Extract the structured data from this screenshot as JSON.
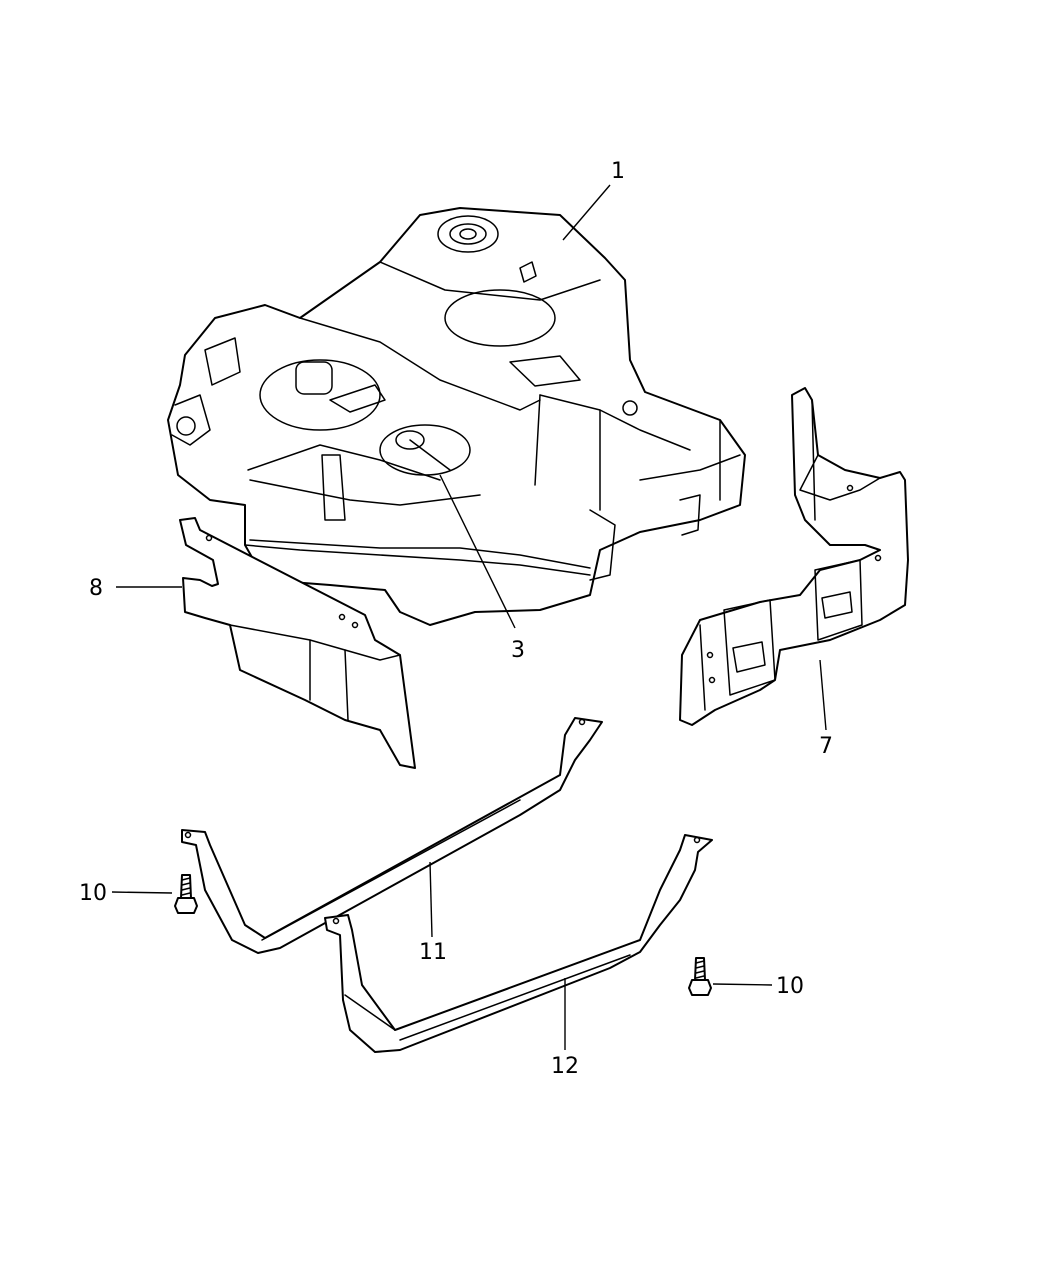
{
  "callouts": [
    {
      "id": "callout-1",
      "text": "1"
    },
    {
      "id": "callout-3",
      "text": "3"
    },
    {
      "id": "callout-7",
      "text": "7"
    },
    {
      "id": "callout-8",
      "text": "8"
    },
    {
      "id": "callout-10-left",
      "text": "10"
    },
    {
      "id": "callout-10-right",
      "text": "10"
    },
    {
      "id": "callout-11",
      "text": "11"
    },
    {
      "id": "callout-12",
      "text": "12"
    }
  ]
}
